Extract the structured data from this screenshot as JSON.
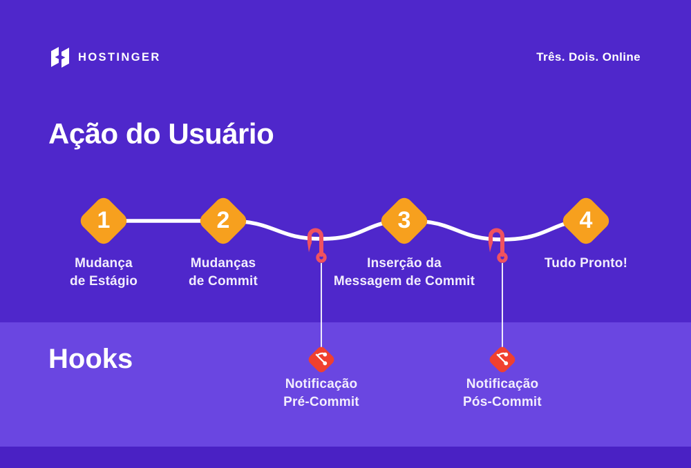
{
  "header": {
    "brand": "HOSTINGER",
    "tagline": "Três. Dois. Online",
    "logo_icon": "hostinger-h-logo"
  },
  "titles": {
    "user_action": "Ação do Usuário",
    "hooks": "Hooks"
  },
  "steps": [
    {
      "number": "1",
      "line1": "Mudança",
      "line2": "de Estágio"
    },
    {
      "number": "2",
      "line1": "Mudanças",
      "line2": "de Commit"
    },
    {
      "number": "3",
      "line1": "Inserção da",
      "line2": "Messagem de Commit"
    },
    {
      "number": "4",
      "line1": "Tudo Pronto!",
      "line2": ""
    }
  ],
  "hook_notes": [
    {
      "line1": "Notificação",
      "line2": "Pré-Commit",
      "icon": "git-diamond-icon"
    },
    {
      "line1": "Notificação",
      "line2": "Pós-Commit",
      "icon": "git-diamond-icon"
    }
  ],
  "icons": {
    "timeline_hook": "fishing-hook-icon",
    "git_badge": "git-diamond-icon"
  },
  "colors": {
    "bg_main": "#4F27CB",
    "bg_band": "#6A46E1",
    "bg_footer": "#4A21C4",
    "diamond_orange": "#F7A01E",
    "hook_pink": "#F0525F",
    "git_red": "#F0402F",
    "text": "#FFFFFF",
    "label": "#F2EDFD"
  }
}
